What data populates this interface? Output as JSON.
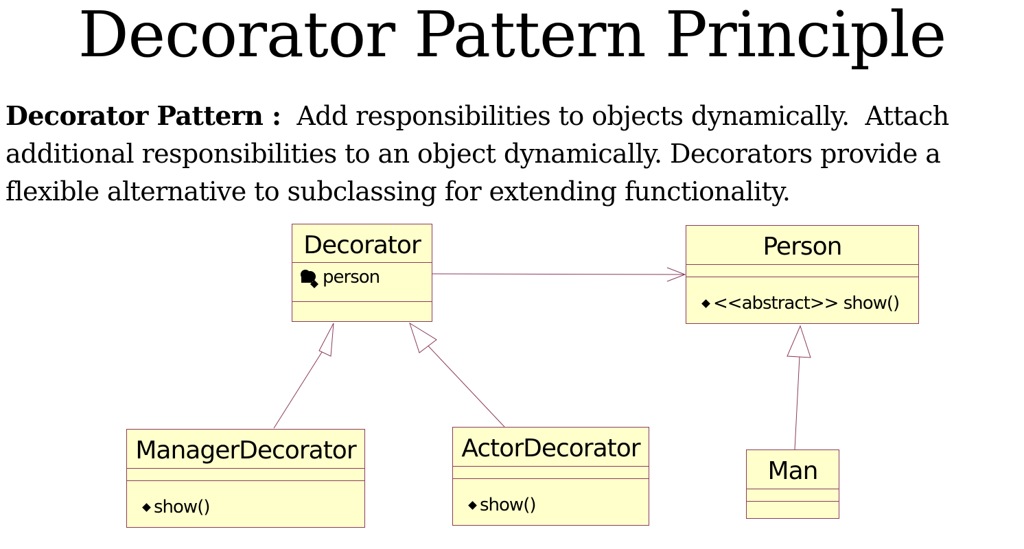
{
  "title": "Decorator Pattern Principle",
  "description": {
    "label": "Decorator Pattern :",
    "line1_rest": "  Add responsibilities to objects dynamically.  Attach",
    "line2": "additional responsibilities to an object dynamically. Decorators provide a",
    "line3": "flexible alternative to subclassing for extending functionality."
  },
  "diagram": {
    "classes": {
      "decorator": {
        "name": "Decorator",
        "attribute": "person"
      },
      "person": {
        "name": "Person",
        "operation": "<<abstract>> show()"
      },
      "manager_decorator": {
        "name": "ManagerDecorator",
        "operation": "show()"
      },
      "actor_decorator": {
        "name": "ActorDecorator",
        "operation": "show()"
      },
      "man": {
        "name": "Man"
      }
    },
    "colors": {
      "box_fill": "#ffffcc",
      "border": "#8a3b5c"
    }
  }
}
